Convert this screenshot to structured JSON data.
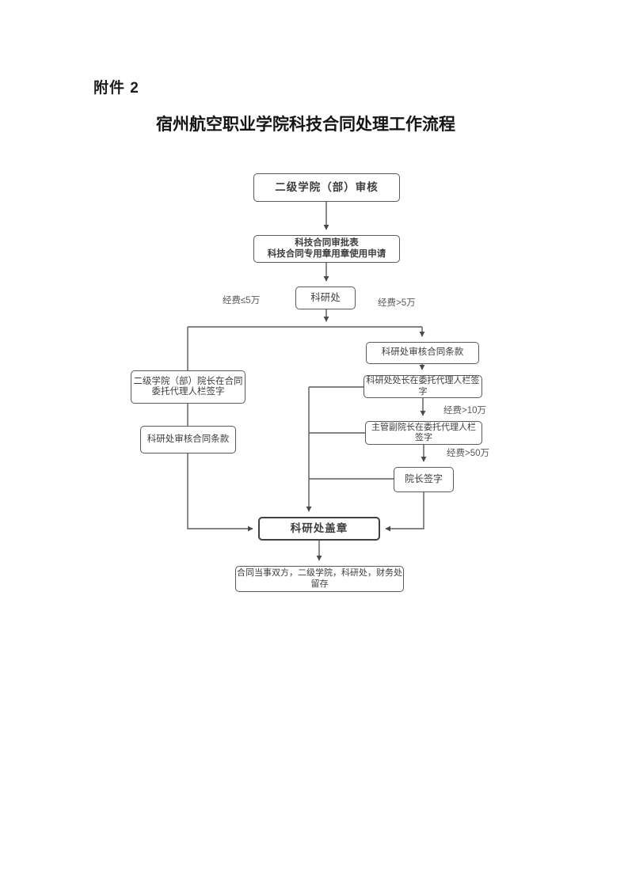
{
  "page": {
    "attachment_label": "附件 2",
    "title": "宿州航空职业学院科技合同处理工作流程"
  },
  "flowchart": {
    "nodes": {
      "review": "二级学院（部）审核",
      "form": "科技合同审批表\n科技合同专用章用章使用申请",
      "keyan": "科研处",
      "right_check": "科研处审核合同条款",
      "right_director": "科研处处长在委托代理人栏签字",
      "vice_dean": "主管副院长在委托代理人栏\n签字",
      "dean": "院长签字",
      "left_sign": "二级学院（部）院长在合同\n委托代理人栏签字",
      "left_check": "科研处审核合同条款",
      "seal": "科研处盖章",
      "final": "合同当事双方，二级学院，科研处，财务处\n留存"
    },
    "edge_labels": {
      "le5": "经费≤5万",
      "gt5": "经费>5万",
      "gt10": "经费>10万",
      "gt50": "经费>50万"
    },
    "colors": {
      "line": "#5a5a5a",
      "box_border": "#5a5a5a",
      "box_text": "#3d3d3d",
      "label_text": "#595959",
      "page_background": "#ffffff"
    }
  }
}
